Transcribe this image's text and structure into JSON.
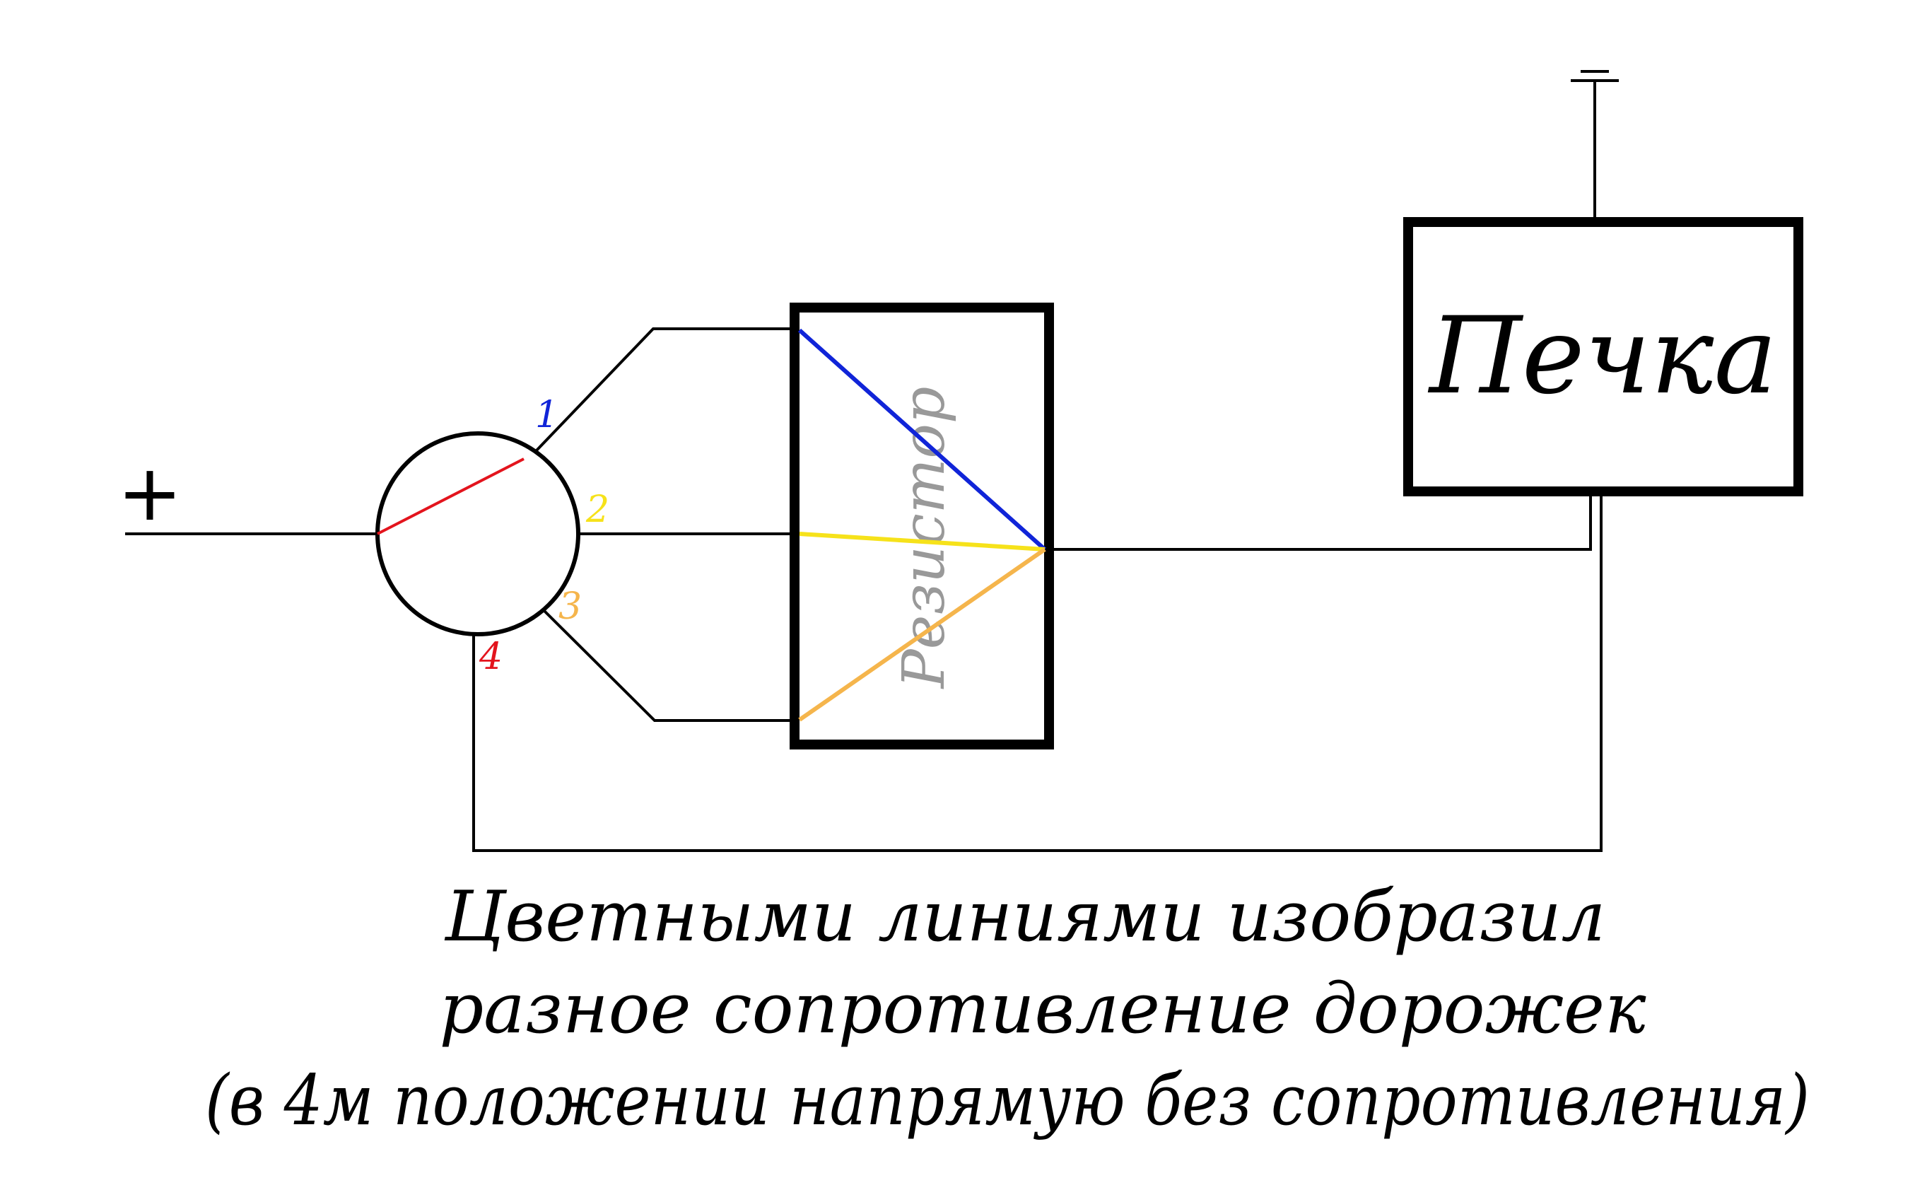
{
  "labels": {
    "plus": "+",
    "ground": "=",
    "heater": "Печка",
    "resistor": "Резистор",
    "positions": [
      "1",
      "2",
      "3",
      "4"
    ]
  },
  "caption": [
    "Цветными линиями изобразил",
    "разное сопротивление дорожек",
    "(в 4м положении напрямую без сопротивления)"
  ],
  "colors": {
    "wire": "#000000",
    "pos1": "#1024d8",
    "pos2": "#f6e21a",
    "pos3": "#f5b54c",
    "pos4": "#e3141d",
    "resistor_label": "#999999"
  }
}
